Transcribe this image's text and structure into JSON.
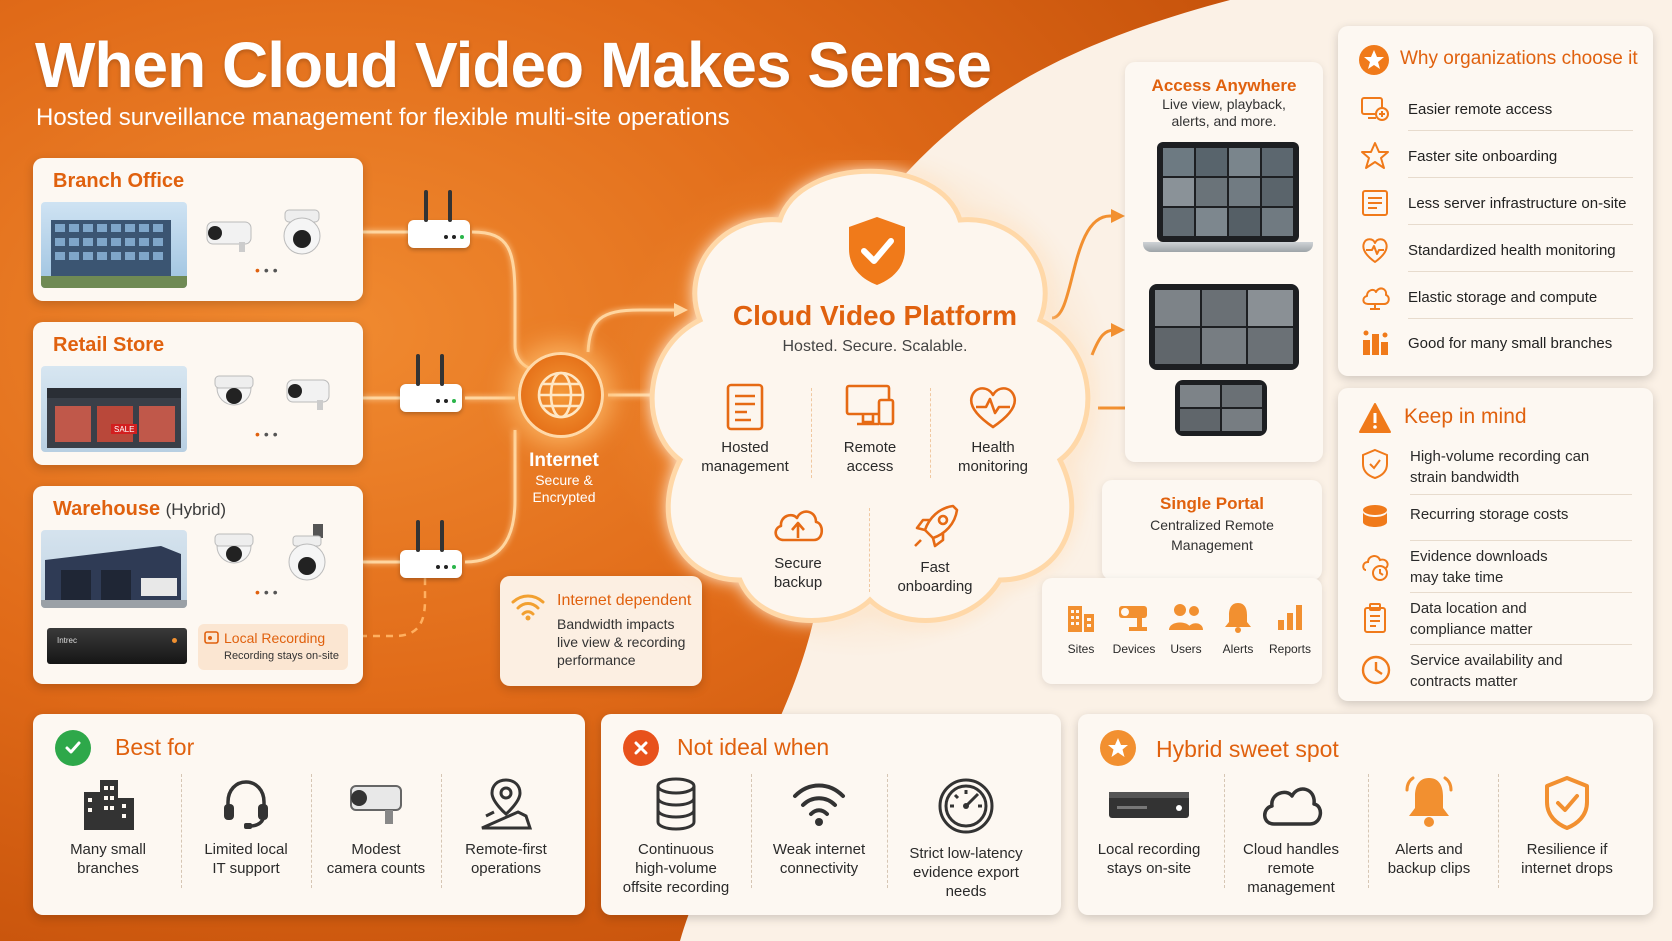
{
  "header": {
    "title": "When Cloud Video Makes Sense",
    "subtitle": "Hosted surveillance management for flexible multi-site operations"
  },
  "sites": [
    {
      "name": "Branch Office",
      "suffix": ""
    },
    {
      "name": "Retail Store",
      "suffix": ""
    },
    {
      "name": "Warehouse",
      "suffix": "(Hybrid)"
    }
  ],
  "local_recording": {
    "title": "Local Recording",
    "text": "Recording stays on-site",
    "nvr_brand": "Intrec"
  },
  "internet": {
    "title": "Internet",
    "line1": "Secure &",
    "line2": "Encrypted"
  },
  "internet_dependent": {
    "title": "Internet dependent",
    "lines": [
      "Bandwidth impacts",
      "live view & recording",
      "performance"
    ]
  },
  "cloud": {
    "title": "Cloud Video Platform",
    "subtitle": "Hosted. Secure. Scalable.",
    "features": [
      {
        "l1": "Hosted",
        "l2": "management",
        "icon": "document-icon"
      },
      {
        "l1": "Remote",
        "l2": "access",
        "icon": "monitor-icon"
      },
      {
        "l1": "Health",
        "l2": "monitoring",
        "icon": "heart-pulse-icon"
      },
      {
        "l1": "Secure",
        "l2": "backup",
        "icon": "cloud-upload-icon"
      },
      {
        "l1": "Fast",
        "l2": "onboarding",
        "icon": "rocket-icon"
      }
    ]
  },
  "access_anywhere": {
    "title": "Access Anywhere",
    "lines": [
      "Live view, playback,",
      "alerts, and more."
    ]
  },
  "single_portal": {
    "title": "Single Portal",
    "lines": [
      "Centralized Remote",
      "Management"
    ],
    "items": [
      "Sites",
      "Devices",
      "Users",
      "Alerts",
      "Reports"
    ]
  },
  "why": {
    "title": "Why organizations choose it",
    "items": [
      "Easier remote access",
      "Faster site onboarding",
      "Less server infrastructure on-site",
      "Standardized health monitoring",
      "Elastic storage and compute",
      "Good for many small branches"
    ]
  },
  "keep": {
    "title": "Keep in mind",
    "items": [
      [
        "High-volume recording can",
        "strain bandwidth"
      ],
      [
        "Recurring storage costs",
        ""
      ],
      [
        "Evidence downloads",
        "may take time"
      ],
      [
        "Data location and",
        "compliance matter"
      ],
      [
        "Service availability and",
        "contracts matter"
      ]
    ]
  },
  "best_for": {
    "title": "Best for",
    "items": [
      [
        "Many small",
        "branches"
      ],
      [
        "Limited local",
        "IT support"
      ],
      [
        "Modest",
        "camera counts"
      ],
      [
        "Remote-first",
        "operations"
      ]
    ]
  },
  "not_ideal": {
    "title": "Not ideal when",
    "items": [
      [
        "Continuous",
        "high-volume",
        "offsite recording"
      ],
      [
        "Weak internet",
        "connectivity",
        ""
      ],
      [
        "Strict low-latency",
        "evidence export",
        "needs"
      ]
    ]
  },
  "hybrid": {
    "title": "Hybrid sweet spot",
    "items": [
      [
        "Local recording",
        "stays on-site",
        ""
      ],
      [
        "Cloud handles",
        "remote",
        "management"
      ],
      [
        "Alerts and",
        "backup clips",
        ""
      ],
      [
        "Resilience if",
        "internet drops",
        ""
      ]
    ]
  },
  "colors": {
    "accent": "#e0610e",
    "background_orange": "#e06a18",
    "green": "#2ea84a",
    "red": "#e8521c"
  }
}
